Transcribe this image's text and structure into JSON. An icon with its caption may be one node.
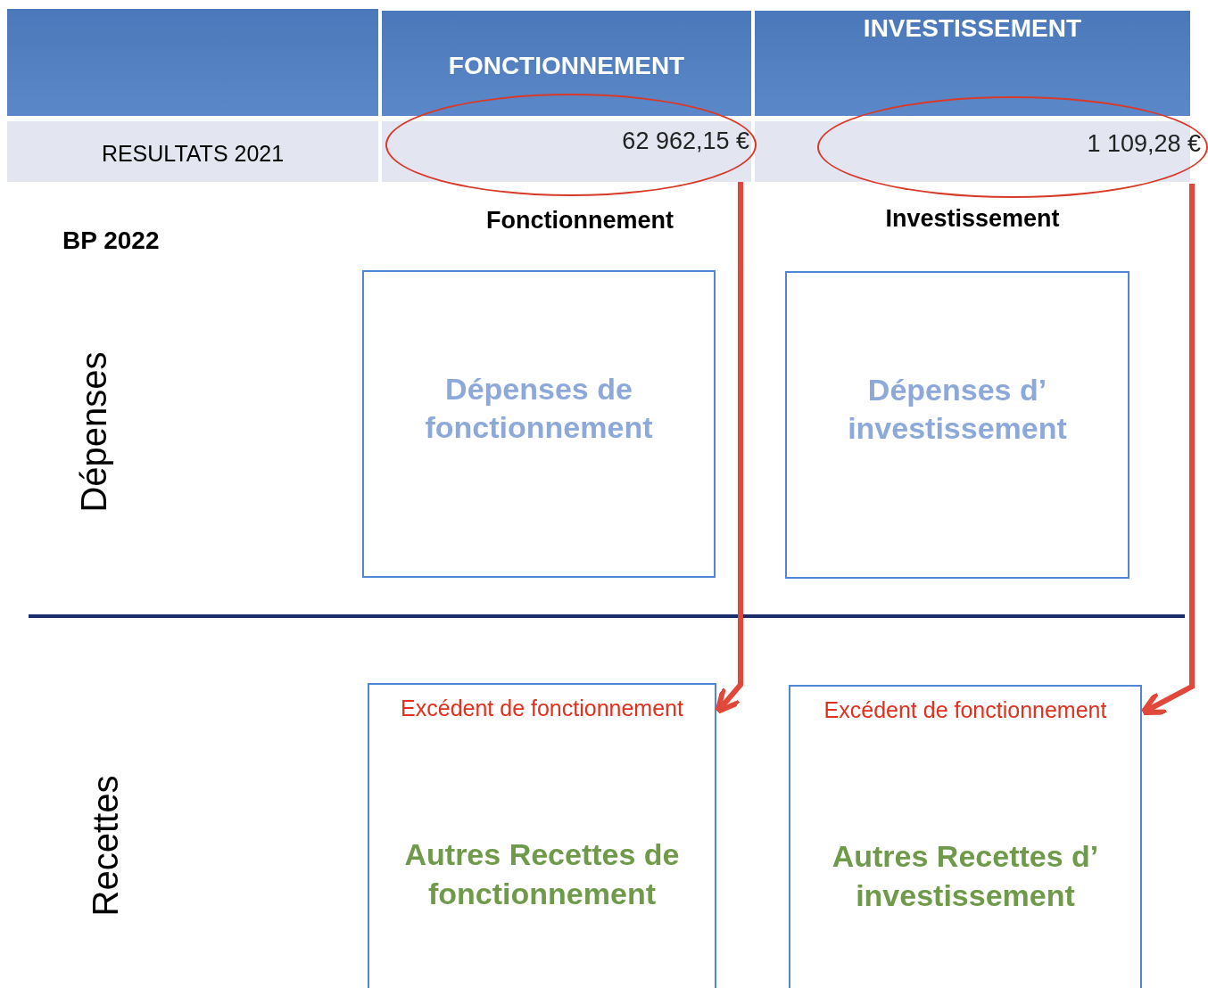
{
  "diagram": {
    "nodes": [
      {
        "text": [
          "62 962,15 €"
        ]
      },
      {
        "text": [
          "1 109,28 €"
        ]
      },
      {
        "text": [
          "Dépenses de fonctionnement"
        ]
      },
      {
        "text": [
          "Dépenses d’ investissement"
        ]
      },
      {
        "text": [
          "Excédent de fonctionnement",
          "Autres Recettes de fonctionnement"
        ]
      },
      {
        "text": [
          "Excédent de fonctionnement",
          "Autres Recettes d’ investissement"
        ]
      }
    ],
    "edges": [
      {
        "from": 0,
        "to": 4,
        "arrow": "to"
      },
      {
        "from": 1,
        "to": 5,
        "arrow": "to"
      }
    ],
    "labels": [
      "INVESTISSEMENT",
      "FONCTIONNEMENT",
      "RESULTATS 2021",
      "Fonctionnement",
      "Investissement",
      "BP 2022",
      "Dépenses",
      "Recettes"
    ]
  }
}
